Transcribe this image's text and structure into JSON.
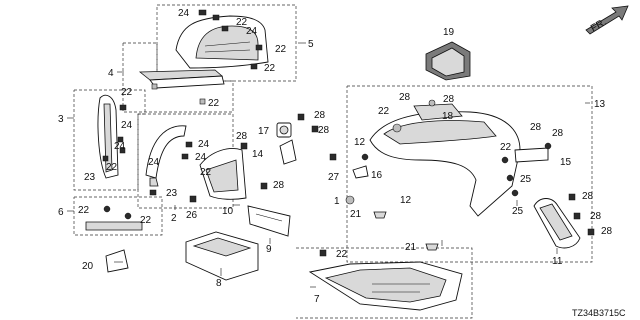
{
  "diagram_code": "TZ34B3715C",
  "direction_label": "FR.",
  "callouts": [
    "1",
    "2",
    "3",
    "4",
    "5",
    "6",
    "7",
    "8",
    "9",
    "10",
    "11",
    "12",
    "13",
    "14",
    "15",
    "16",
    "17",
    "18",
    "19",
    "20",
    "21",
    "22",
    "23",
    "24",
    "25",
    "26",
    "27",
    "28"
  ]
}
